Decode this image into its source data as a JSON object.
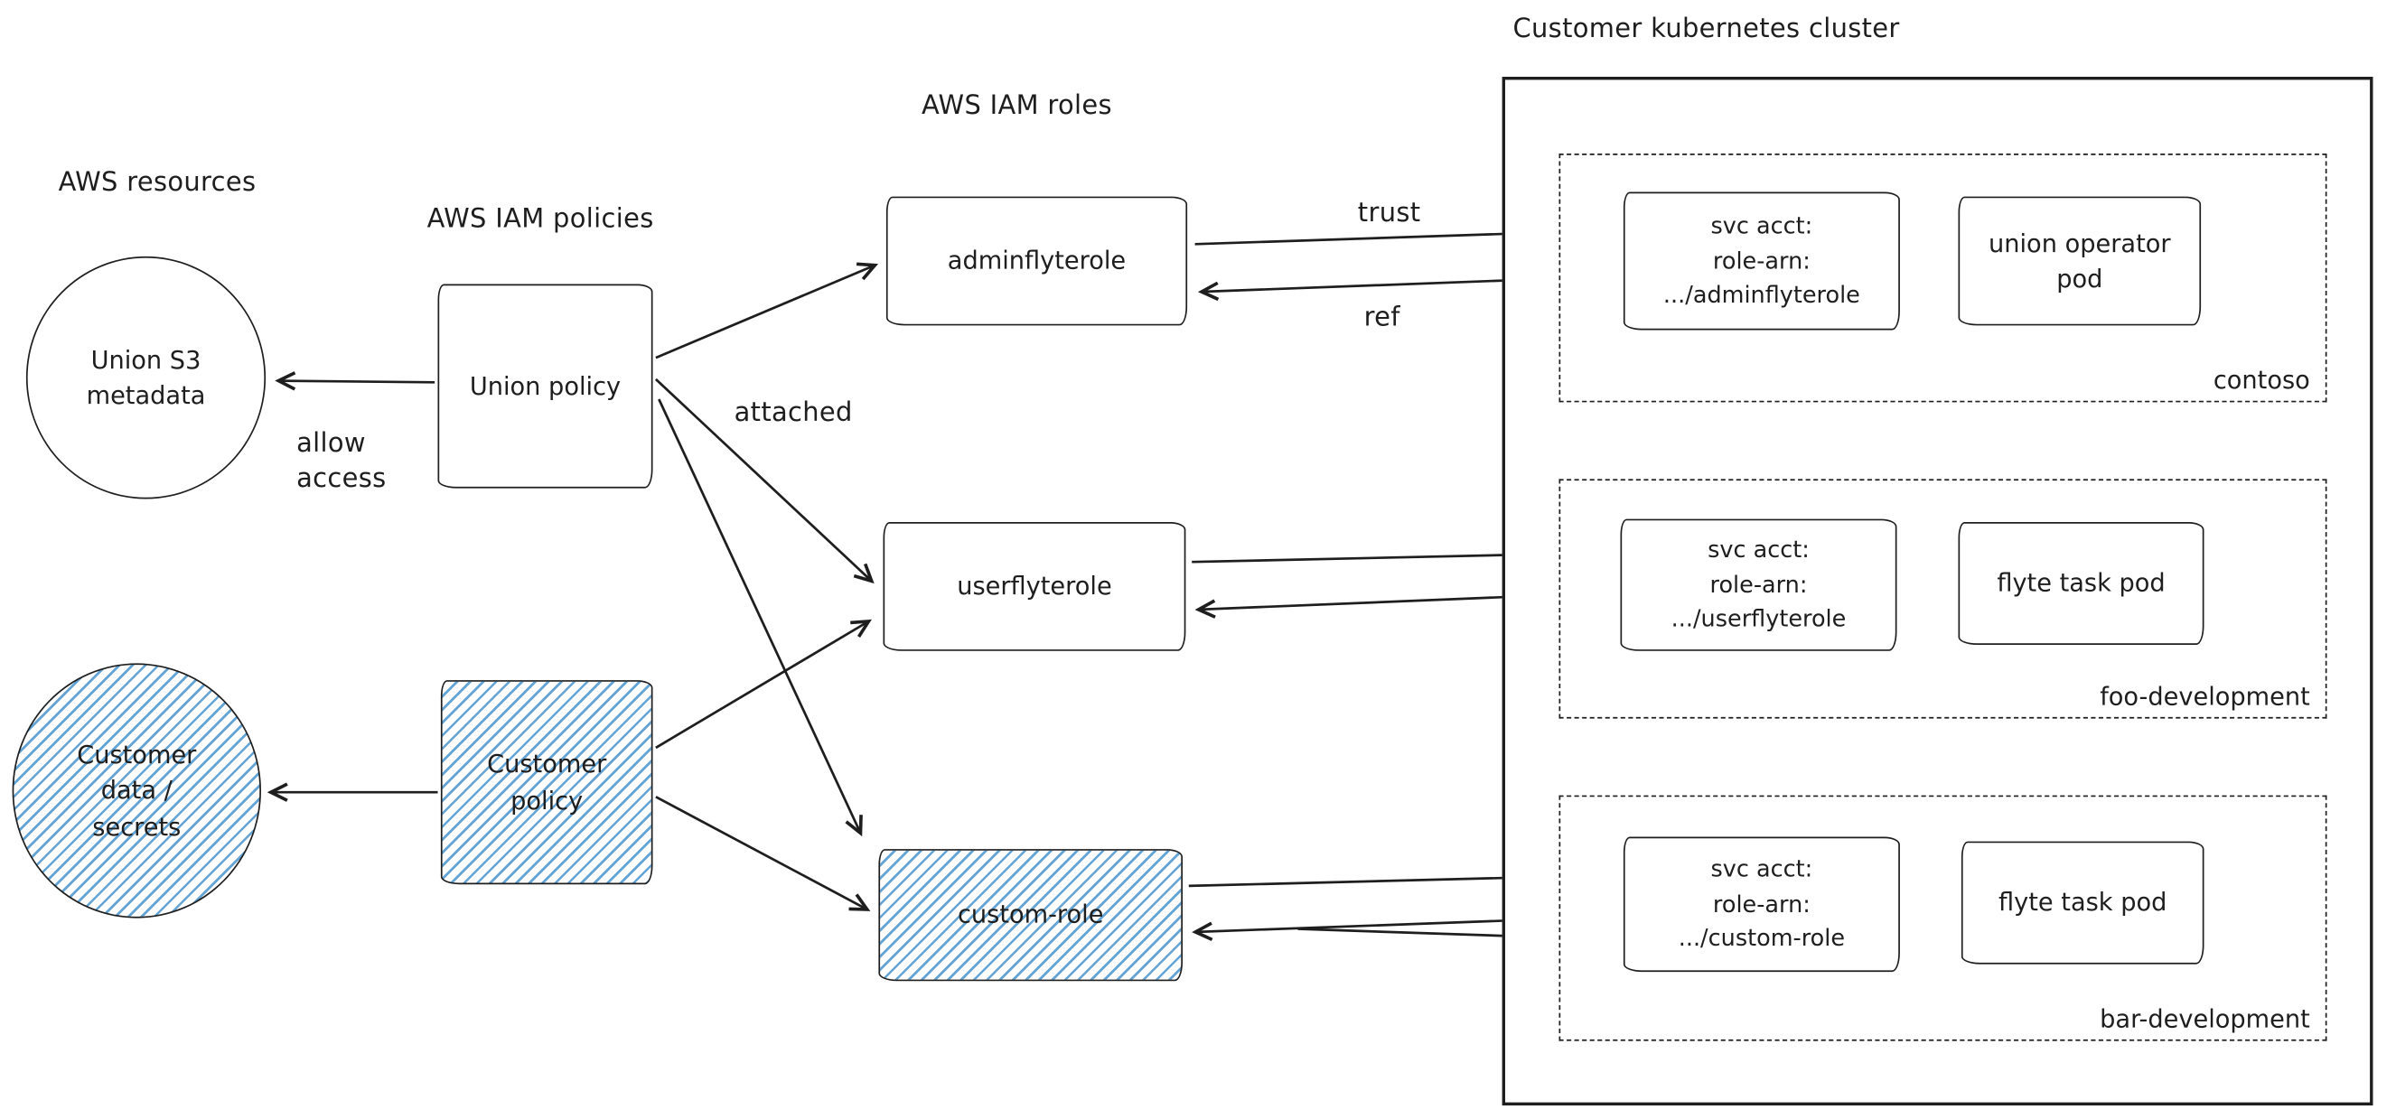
{
  "labels": {
    "aws_resources": "AWS resources",
    "aws_iam_policies": "AWS IAM policies",
    "aws_iam_roles": "AWS IAM roles",
    "attached": "attached",
    "allow_access": "allow\naccess",
    "trust": "trust",
    "ref": "ref",
    "cluster_title": "Customer kubernetes cluster"
  },
  "nodes": {
    "union_s3": "Union S3\nmetadata",
    "customer_data": "Customer\ndata /\nsecrets",
    "union_policy": "Union policy",
    "customer_policy": "Customer\npolicy",
    "adminflyterole": "adminflyterole",
    "userflyterole": "userflyterole",
    "custom_role": "custom-role"
  },
  "namespaces": [
    {
      "name": "contoso",
      "svc_acct": "svc acct:\nrole-arn:\n.../adminflyterole",
      "pod": "union operator\npod"
    },
    {
      "name": "foo-development",
      "svc_acct": "svc acct:\nrole-arn:\n.../userflyterole",
      "pod": "flyte task pod"
    },
    {
      "name": "bar-development",
      "svc_acct": "svc acct:\nrole-arn:\n.../custom-role",
      "pod": "flyte task pod"
    }
  ],
  "colors": {
    "ink": "#1e1e1e",
    "hatch_blue": "#5b9fd4"
  }
}
